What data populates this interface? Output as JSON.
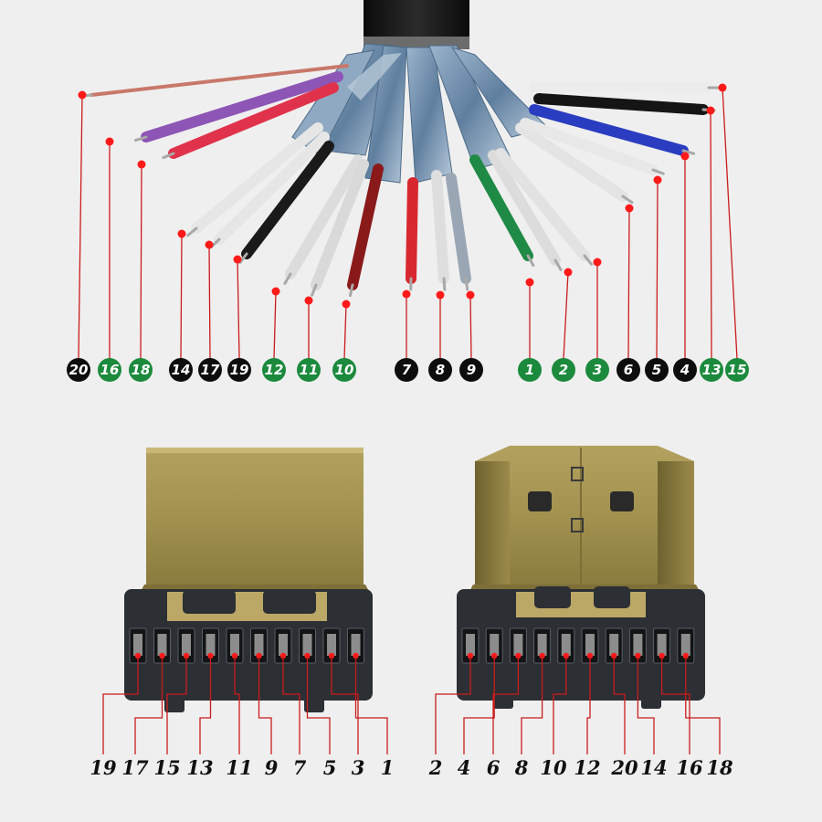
{
  "colors": {
    "leader": "#cc1b1b",
    "dot": "#ff1a1a",
    "badge_black": "#0d0d0d",
    "badge_green": "#1b8a3c",
    "gold": "#b5a260",
    "plastic": "#2b2e33"
  },
  "cable_pins": [
    {
      "label": "20",
      "color": "black",
      "wire": "#c8786a"
    },
    {
      "label": "16",
      "color": "green",
      "wire": "#8d55b5"
    },
    {
      "label": "18",
      "color": "green",
      "wire": "#e0334b"
    },
    {
      "label": "14",
      "color": "black",
      "wire": "#e6e6e6"
    },
    {
      "label": "17",
      "color": "black",
      "wire": "#e6e6e6"
    },
    {
      "label": "19",
      "color": "black",
      "wire": "#1a1a1a"
    },
    {
      "label": "12",
      "color": "green",
      "wire": "#dcdcdc"
    },
    {
      "label": "11",
      "color": "green",
      "wire": "#d9d9d9"
    },
    {
      "label": "10",
      "color": "green",
      "wire": "#8a1a1a"
    },
    {
      "label": "7",
      "color": "black",
      "wire": "#d9272f"
    },
    {
      "label": "8",
      "color": "black",
      "wire": "#dedede"
    },
    {
      "label": "9",
      "color": "black",
      "wire": "#9aa6b4"
    },
    {
      "label": "1",
      "color": "green",
      "wire": "#1f8a45"
    },
    {
      "label": "2",
      "color": "green",
      "wire": "#dcdcdc"
    },
    {
      "label": "3",
      "color": "green",
      "wire": "#e2e2e2"
    },
    {
      "label": "6",
      "color": "black",
      "wire": "#e4e4e4"
    },
    {
      "label": "5",
      "color": "black",
      "wire": "#e8e8e8"
    },
    {
      "label": "4",
      "color": "black",
      "wire": "#2a3cc0"
    },
    {
      "label": "13",
      "color": "green",
      "wire": "#151515"
    },
    {
      "label": "15",
      "color": "green",
      "wire": "#ececec"
    }
  ],
  "connector_left_pins": [
    "19",
    "17",
    "15",
    "13",
    "11",
    "9",
    "7",
    "5",
    "3",
    "1"
  ],
  "connector_right_pins": [
    "2",
    "4",
    "6",
    "8",
    "10",
    "12",
    "20",
    "14",
    "16",
    "18"
  ]
}
